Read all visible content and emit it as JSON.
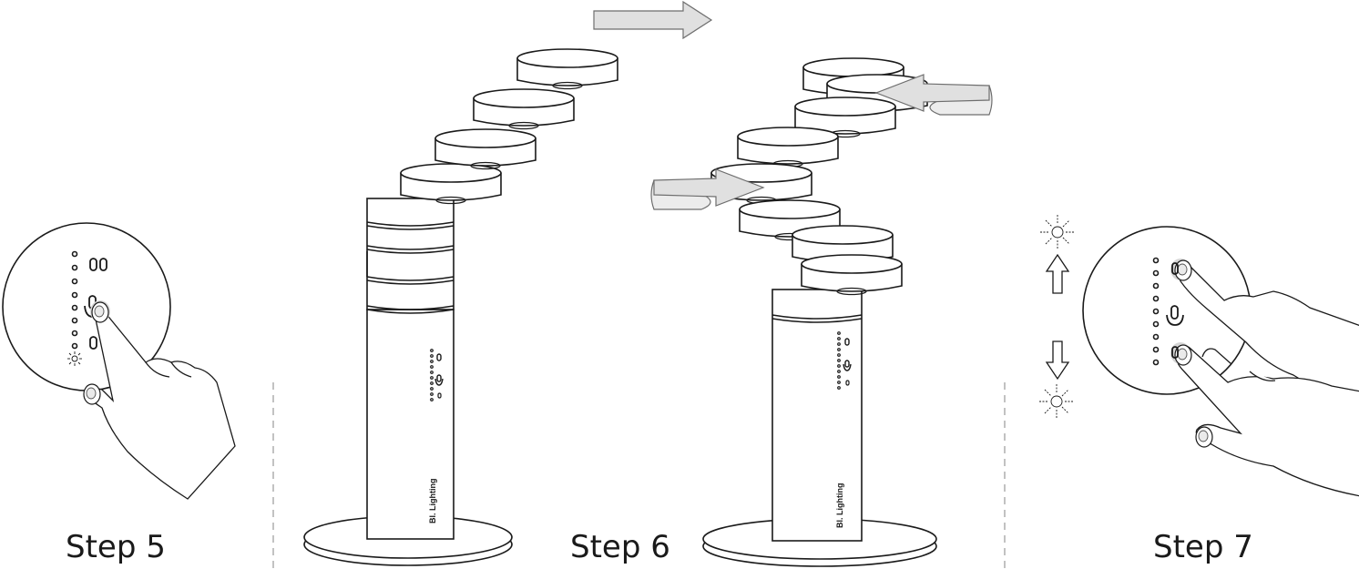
{
  "steps": {
    "step5": "Step 5",
    "step6": "Step 6",
    "step7": "Step 7"
  },
  "lamp": {
    "brand_text": "Bl. Lighting"
  },
  "colors": {
    "line": "#1a1a1a",
    "arrow_fill": "#e0e0e0",
    "arrow_stroke": "#6e6e6e",
    "divider": "#9a9a9a",
    "highlight": "#cfcfcf"
  },
  "icons": [
    "power-icon",
    "brightness-up-icon",
    "brightness-down-icon",
    "sun-icon",
    "arrow-up-icon",
    "arrow-down-icon",
    "hand-icon"
  ]
}
